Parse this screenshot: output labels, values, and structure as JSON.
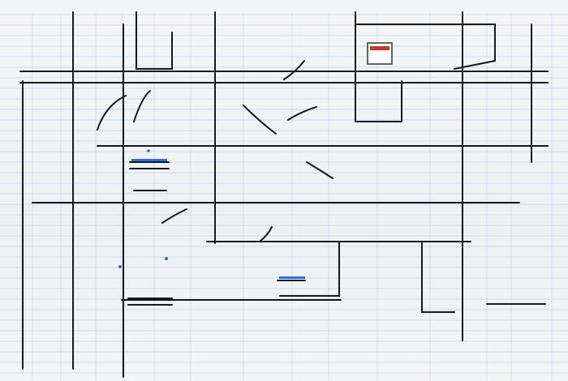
{
  "sheet": {
    "title": "",
    "colors": {
      "paper": "#f1f2f4",
      "grid_line": "#8fb6e6",
      "ink_line": "#141820",
      "blue_accent": "#2b6fd1",
      "red_accent": "#c0392b"
    },
    "elements": [
      {
        "kind": "wall-line",
        "name": "horizontal-wall-top",
        "orientation": "horizontal"
      },
      {
        "kind": "wall-line",
        "name": "horizontal-wall-upper",
        "orientation": "horizontal"
      },
      {
        "kind": "wall-line",
        "name": "horizontal-wall-middle",
        "orientation": "horizontal"
      },
      {
        "kind": "wall-line",
        "name": "horizontal-wall-lower",
        "orientation": "horizontal"
      },
      {
        "kind": "wall-line",
        "name": "vertical-wall-left",
        "orientation": "vertical"
      },
      {
        "kind": "wall-line",
        "name": "vertical-wall-right",
        "orientation": "vertical"
      },
      {
        "kind": "marker",
        "name": "red-marker-box",
        "color": "red"
      },
      {
        "kind": "marker",
        "name": "blue-bar-marker",
        "color": "blue"
      }
    ]
  }
}
